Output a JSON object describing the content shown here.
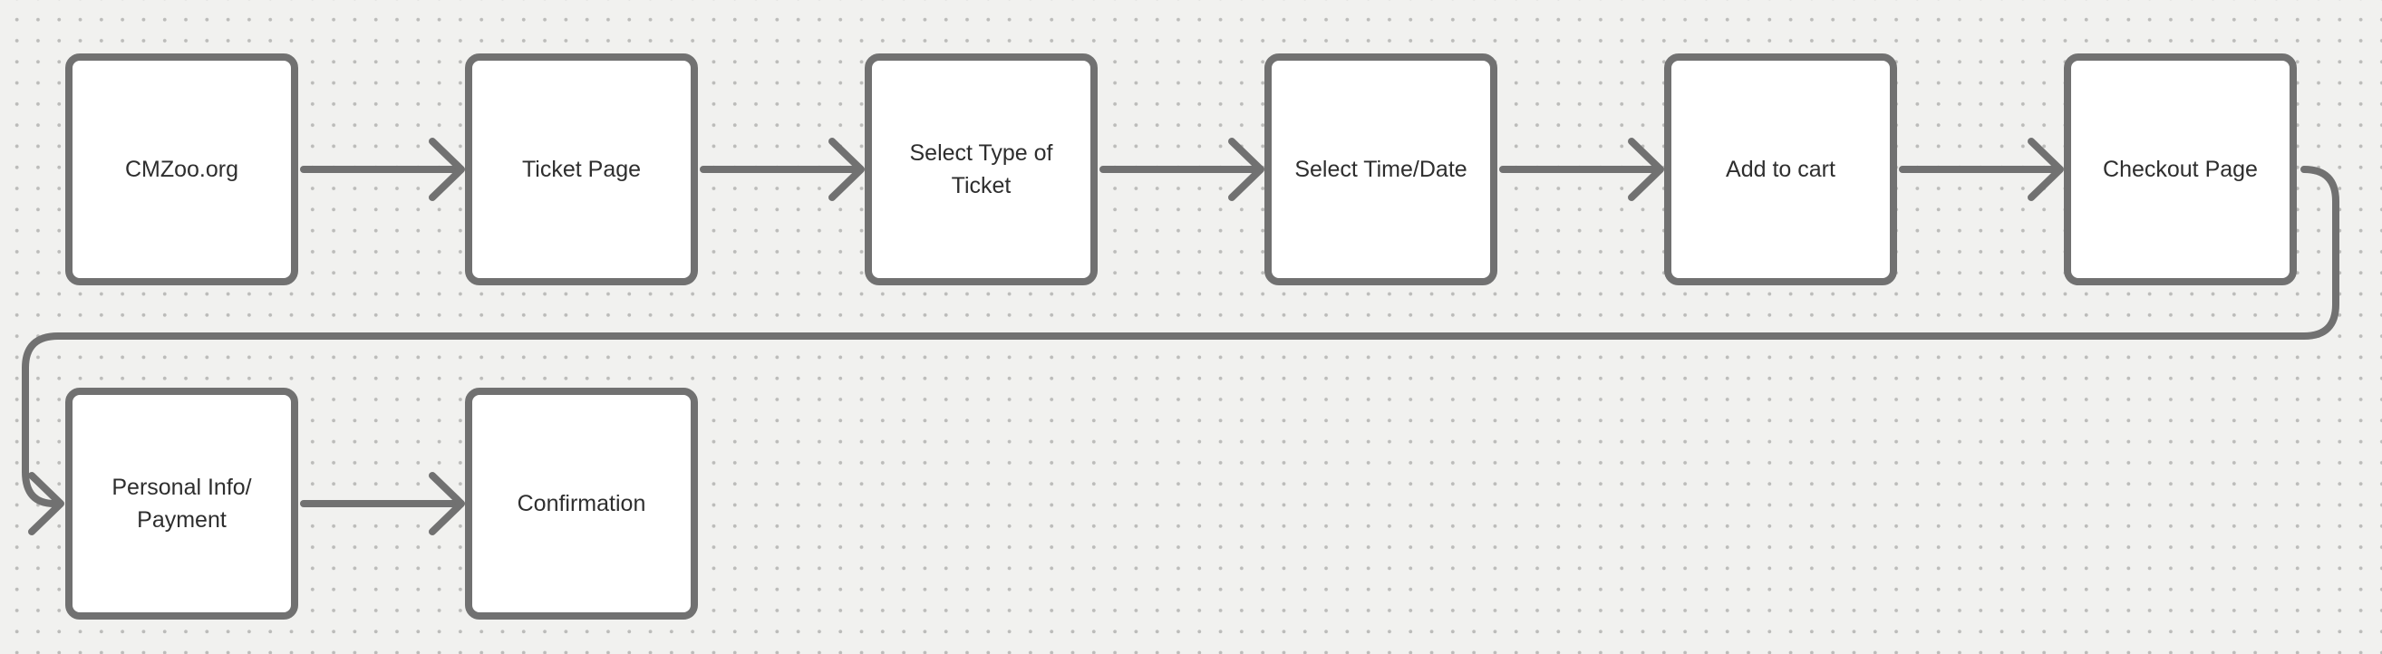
{
  "diagram": {
    "type": "flowchart",
    "colors": {
      "background": "#f1f1ef",
      "dots": "#bcbcba",
      "node_fill": "#ffffff",
      "stroke": "#717171",
      "text": "#2e2e2e"
    },
    "nodes": [
      {
        "id": "cmzoo-org",
        "label": "CMZoo.org"
      },
      {
        "id": "ticket-page",
        "label": "Ticket Page"
      },
      {
        "id": "select-type-of-ticket",
        "label": "Select Type of\nTicket"
      },
      {
        "id": "select-time-date",
        "label": "Select Time/Date"
      },
      {
        "id": "add-to-cart",
        "label": "Add to cart"
      },
      {
        "id": "checkout-page",
        "label": "Checkout Page"
      },
      {
        "id": "personal-info-payment",
        "label": "Personal Info/\nPayment"
      },
      {
        "id": "confirmation",
        "label": "Confirmation"
      }
    ],
    "edges": [
      {
        "from": "cmzoo-org",
        "to": "ticket-page"
      },
      {
        "from": "ticket-page",
        "to": "select-type-of-ticket"
      },
      {
        "from": "select-type-of-ticket",
        "to": "select-time-date"
      },
      {
        "from": "select-time-date",
        "to": "add-to-cart"
      },
      {
        "from": "add-to-cart",
        "to": "checkout-page"
      },
      {
        "from": "checkout-page",
        "to": "personal-info-payment"
      },
      {
        "from": "personal-info-payment",
        "to": "confirmation"
      }
    ]
  }
}
